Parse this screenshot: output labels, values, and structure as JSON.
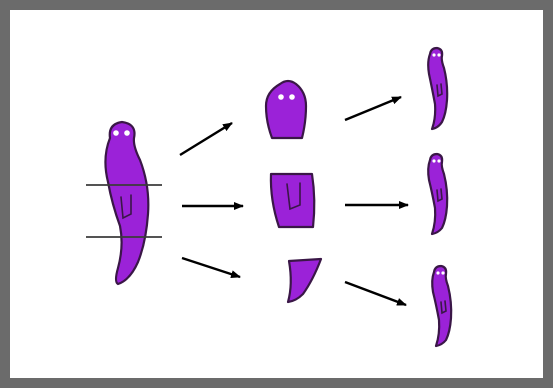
{
  "colors": {
    "worm_fill": "#9b22d8",
    "worm_outline": "#3a1747",
    "frame": "#6b6b6b",
    "arrow": "#000000"
  },
  "diagram": {
    "original_worm": {
      "cut_lines": 2,
      "pieces": 3
    },
    "fragments": [
      "head",
      "trunk",
      "tail"
    ],
    "regenerated_worms": 3
  }
}
